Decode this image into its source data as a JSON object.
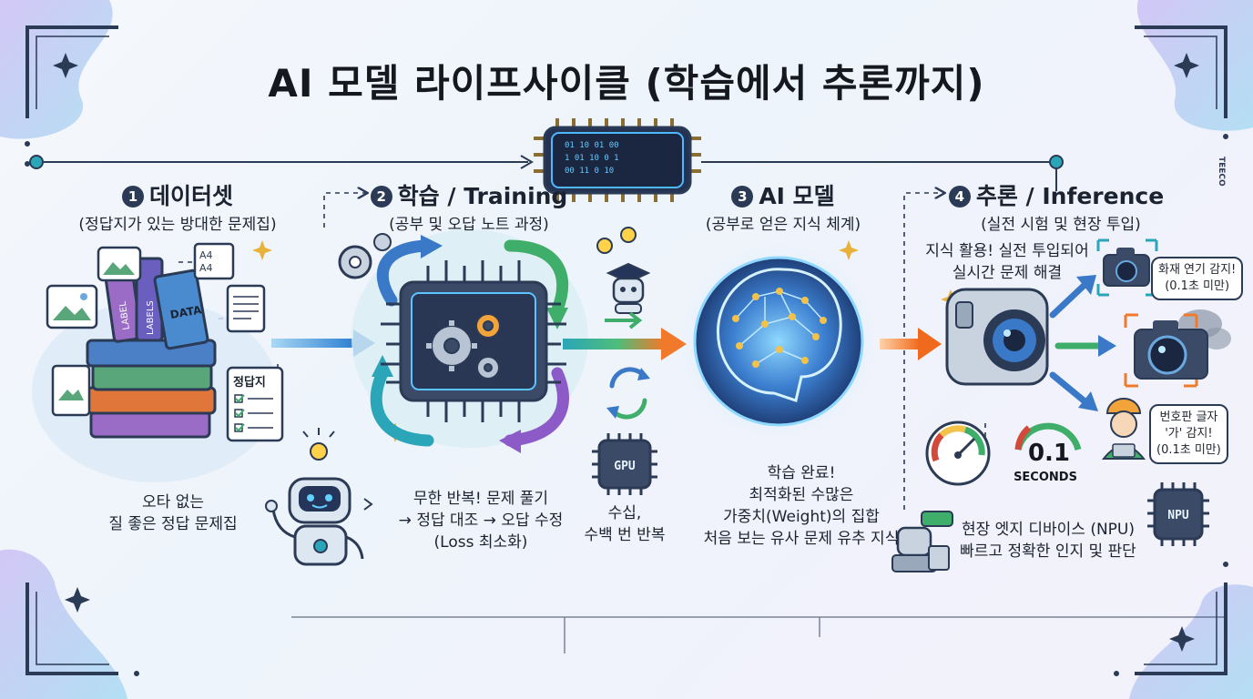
{
  "title": "AI 모델 라이프사이클 (학습에서 추론까지)",
  "brand_mark": "TEECO",
  "steps": [
    {
      "number": "1",
      "title": "데이터셋",
      "subtitle": "(정답지가 있는 방대한 문제집)"
    },
    {
      "number": "2",
      "title": "학습 / Training",
      "subtitle": "(공부 및 오답 노트 과정)"
    },
    {
      "number": "3",
      "title": "AI 모델",
      "subtitle": "(공부로 얻은 지식 체계)"
    },
    {
      "number": "4",
      "title": "추론 / Inference",
      "subtitle": "(실전 시험 및 현장 투입)"
    }
  ],
  "dataset": {
    "book_labels": [
      "DATA",
      "LABEL",
      "LABELS"
    ],
    "doc_labels": [
      "A4",
      "A4"
    ],
    "answer_sheet": "정답지",
    "caption_lines": [
      "오타 없는",
      "질 좋은 정답 문제집"
    ]
  },
  "training": {
    "caption_lines": [
      "무한 반복! 문제 풀기",
      "→ 정답 대조 → 오답 수정",
      "(Loss 최소화)"
    ],
    "gpu_label": "GPU",
    "gpu_caption_lines": [
      "수십,",
      "수백 번 반복"
    ]
  },
  "model": {
    "caption_lines": [
      "학습 완료!",
      "최적화된 수많은",
      "가중치(Weight)의 집합",
      "처음 보는 유사 문제 유추 지식"
    ]
  },
  "inference": {
    "top_caption_lines": [
      "지식 활용! 실전 투입되어",
      "실시간 문제 해결"
    ],
    "bubble_fire": [
      "화재 연기 감지!",
      "(0.1초 미만)"
    ],
    "bubble_plate": [
      "번호판 글자",
      "'가' 감지!",
      "(0.1초 미만)"
    ],
    "speed_value": "0.1",
    "speed_unit": "SECONDS",
    "npu_label": "NPU",
    "bottom_caption_lines": [
      "현장 엣지 디바이스 (NPU)",
      "빠르고 정확한 인지 및 판단"
    ]
  },
  "colors": {
    "navy": "#2b3a55",
    "blue": "#3a78c8",
    "teal": "#2aa6b8",
    "green": "#3fae6a",
    "purple": "#8d5bc7",
    "orange": "#f07a2a",
    "chip": "#3b4a66",
    "glow": "#59c4ff"
  }
}
